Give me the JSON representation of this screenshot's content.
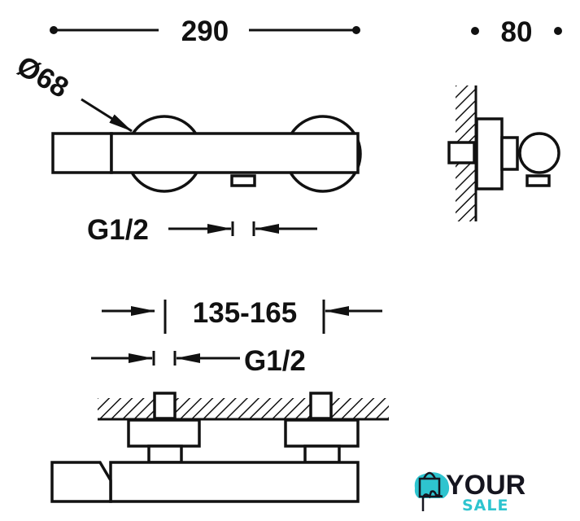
{
  "dimensions": {
    "overall_length": "290",
    "depth": "80",
    "diameter": "Ø68",
    "outlet_thread_top": "G1/2",
    "centers_range": "135-165",
    "inlet_thread": "G1/2"
  },
  "logo": {
    "line1": "YOUR",
    "line2": "SALE",
    "accent_color": "#2ec4cf",
    "dark_color": "#15151f"
  }
}
